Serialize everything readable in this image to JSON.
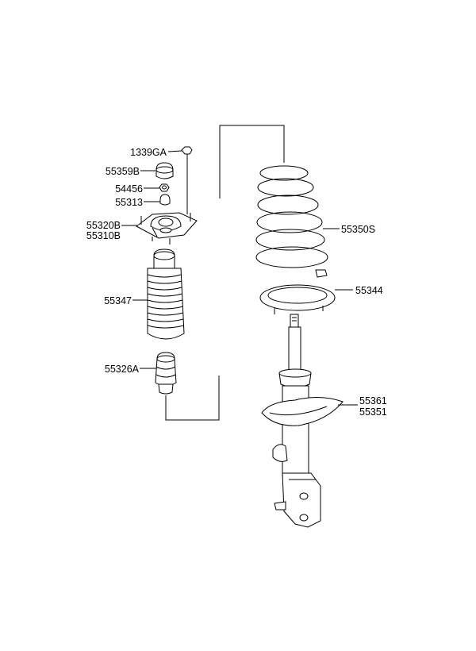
{
  "labels": {
    "p1339GA": "1339GA",
    "p55359B": "55359B",
    "p54456": "54456",
    "p55313": "55313",
    "p55320B": "55320B",
    "p55310B": "55310B",
    "p55347": "55347",
    "p55326A": "55326A",
    "p55350S": "55350S",
    "p55344": "55344",
    "p55361": "55361",
    "p55351": "55351"
  }
}
